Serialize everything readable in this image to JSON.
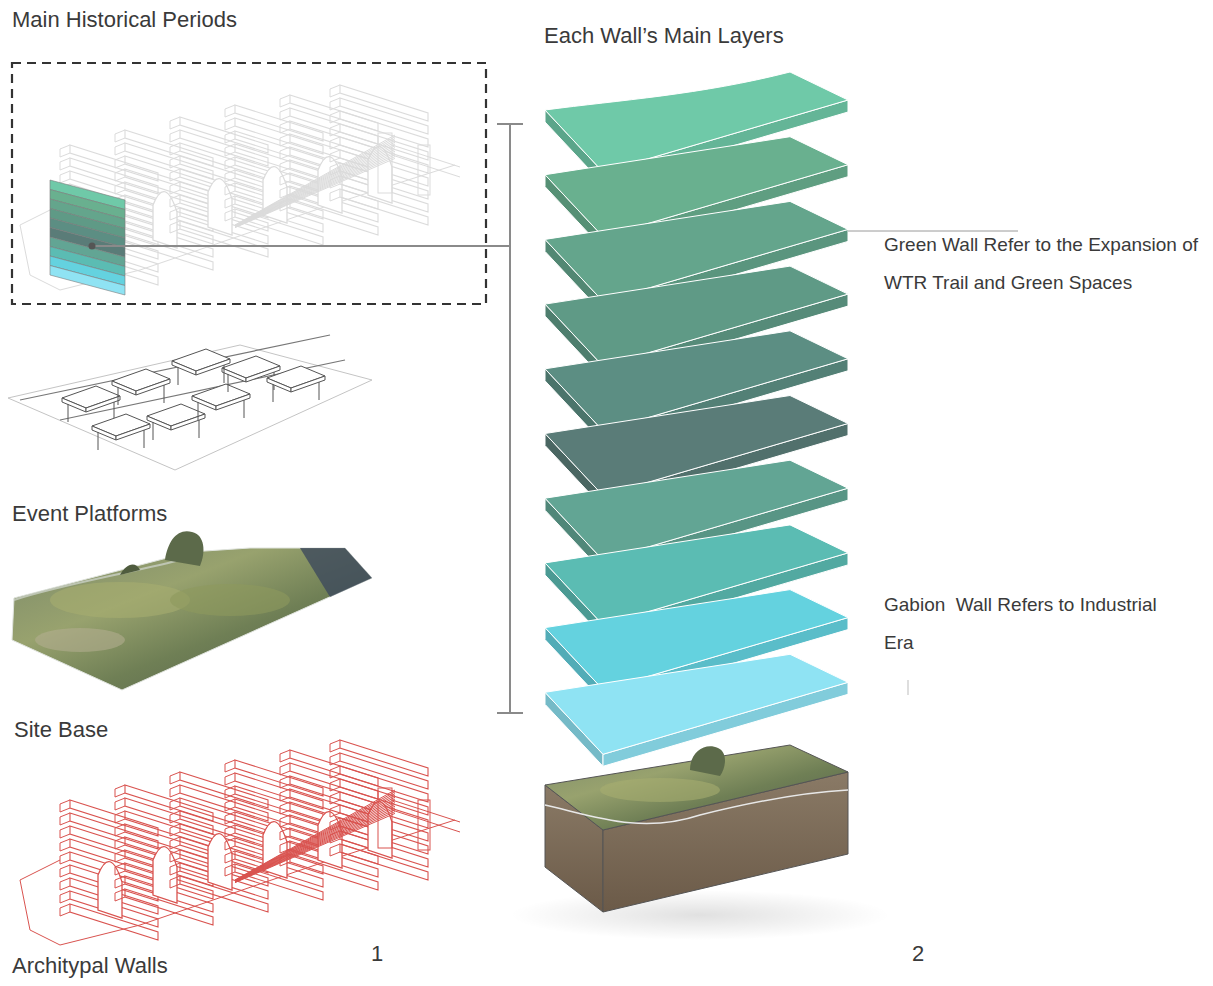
{
  "diagram": {
    "labels": [
      "Main Historical Periods",
      "Each Wall’s Main Layers",
      "Green Wall Refer to the Expansion of WTR Trail and Green Spaces",
      "Gabion  Wall Refers to Industrial Era",
      "Event Platforms",
      "Site Base",
      "Architypal Walls",
      "1",
      "2"
    ]
  }
}
